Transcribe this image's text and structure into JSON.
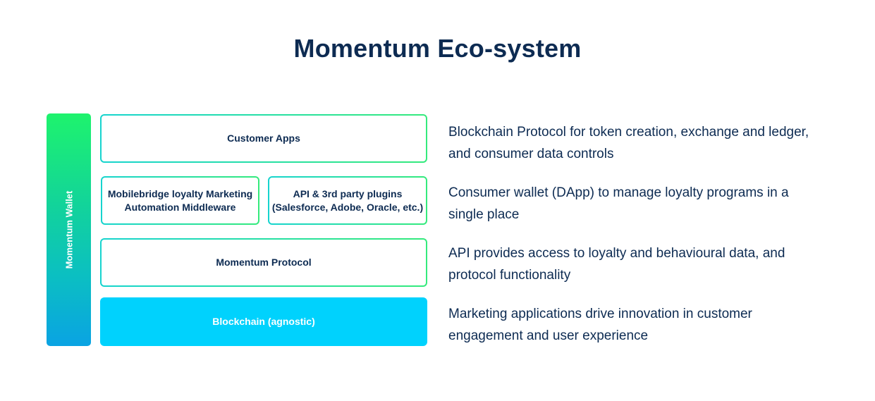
{
  "title": "Momentum Eco-system",
  "wallet": {
    "label": "Momentum Wallet"
  },
  "stack": {
    "customer_apps": "Customer Apps",
    "middleware_line1": "Mobilebridge loyalty Marketing",
    "middleware_line2": "Automation Middleware",
    "api_line1": "API & 3rd party plugins",
    "api_line2": "(Salesforce, Adobe, Oracle, etc.)",
    "protocol": "Momentum Protocol",
    "blockchain": "Blockchain (agnostic)"
  },
  "descriptions": {
    "d1_line1": "Blockchain Protocol for token creation, exchange and ledger,",
    "d1_line2": "and consumer data controls",
    "d2_line1": "Consumer wallet (DApp) to manage loyalty programs in a",
    "d2_line2": "single place",
    "d3_line1": "API provides access to loyalty and behavioural data, and",
    "d3_line2": "protocol functionality",
    "d4_line1": "Marketing applications drive innovation in customer",
    "d4_line2": "engagement and user experience"
  },
  "colors": {
    "title": "#0d2b52",
    "wallet_top": "#1ef36d",
    "wallet_bottom": "#0aa3e3",
    "outline_left": "#16d4ce",
    "outline_right": "#34ea7c",
    "blockchain_fill": "#00d2fd"
  }
}
